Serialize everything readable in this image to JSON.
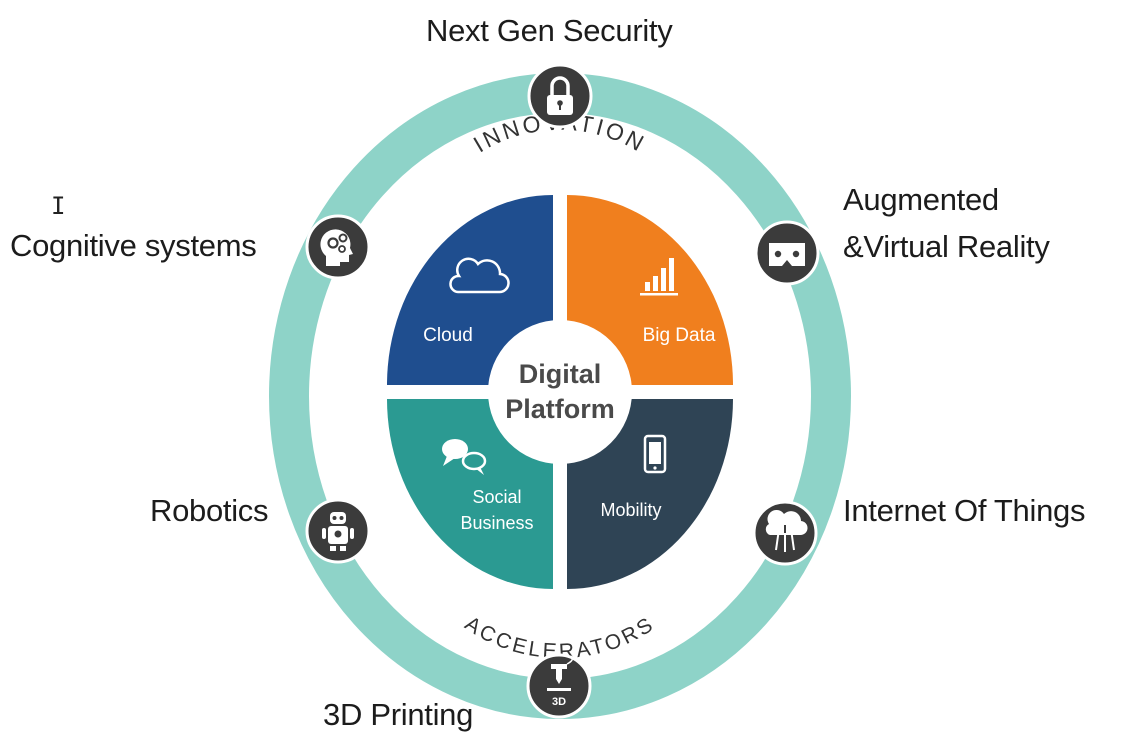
{
  "center": {
    "line1": "Digital",
    "line2": "Platform"
  },
  "arcs": {
    "top": "INNOVATION",
    "bottom": "ACCELERATORS"
  },
  "quadrants": [
    {
      "label": "Cloud",
      "icon": "cloud-icon",
      "color": "#1f4e8f"
    },
    {
      "label": "Big Data",
      "icon": "bar-chart-icon",
      "color": "#f07f1e"
    },
    {
      "label": "Social\nBusiness",
      "label_line1": "Social",
      "label_line2": "Business",
      "icon": "chat-bubbles-icon",
      "color": "#2b9a92"
    },
    {
      "label": "Mobility",
      "icon": "smartphone-icon",
      "color": "#2f4455"
    }
  ],
  "technologies": {
    "security": {
      "label": "Next Gen Security",
      "icon": "padlock-icon"
    },
    "cognitive": {
      "label": "Cognitive systems",
      "icon": "head-gears-icon"
    },
    "ar_vr": {
      "label_line1": "Augmented",
      "label_line2": "&Virtual Reality",
      "icon": "vr-headset-icon"
    },
    "robotics": {
      "label": "Robotics",
      "icon": "robot-icon"
    },
    "iot": {
      "label": "Internet Of Things",
      "icon": "cloud-network-icon"
    },
    "printing": {
      "label": "3D Printing",
      "icon": "3d-printer-icon",
      "icon_text": "3D"
    }
  },
  "colors": {
    "ring": "#8ed3c8",
    "node": "#3b3b3b",
    "node_border": "#ffffff"
  }
}
